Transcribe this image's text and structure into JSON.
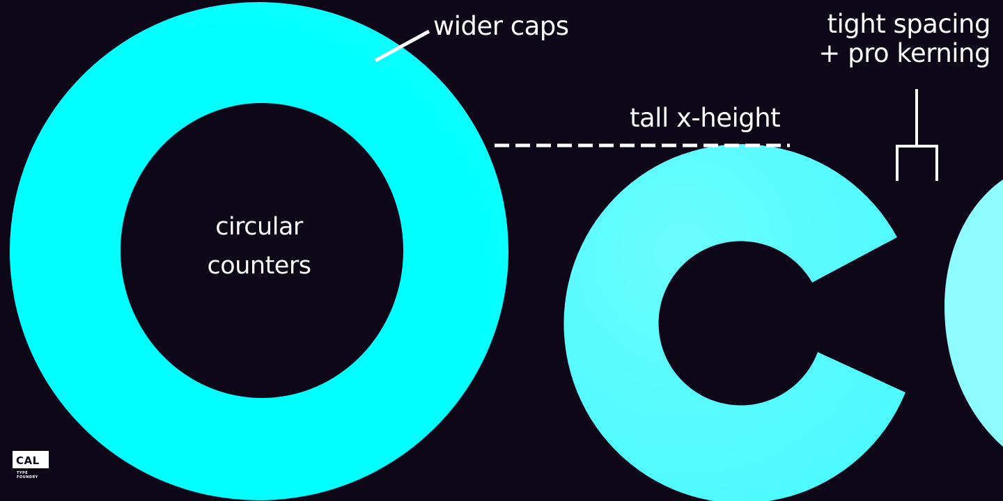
{
  "annotations": {
    "wider_caps": "wider caps",
    "tight_spacing_line1": "tight spacing",
    "tight_spacing_line2": "+ pro kerning",
    "tall_x_height": "tall x-height",
    "circular_counters_line1": "circular",
    "circular_counters_line2": "counters"
  },
  "logo": {
    "mark": "CAL",
    "sub_line1": "TYPE",
    "sub_line2": "FOUNDRY"
  },
  "colors": {
    "background": "#0e0718",
    "cap_o": "#00ffff",
    "lowercase_c": "#5efcff",
    "lowercase_partial": "#8ffcff",
    "annotation": "#ffffff"
  }
}
